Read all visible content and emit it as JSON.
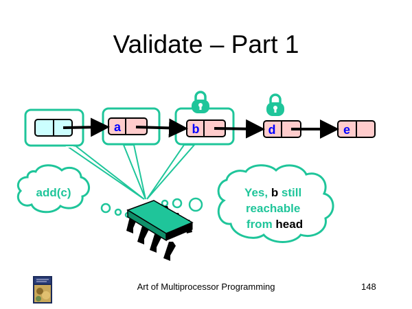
{
  "slide": {
    "title": "Validate – Part 1",
    "footer": "Art of Multiprocessor Programming",
    "page_number": "148"
  },
  "nodes": [
    {
      "label": "",
      "kind": "head"
    },
    {
      "label": "a",
      "kind": "node"
    },
    {
      "label": "b",
      "kind": "node"
    },
    {
      "label": "d",
      "kind": "node"
    },
    {
      "label": "e",
      "kind": "node"
    }
  ],
  "thought_left": "add(c)",
  "thought_right": {
    "line1_a": "Yes, ",
    "line1_b": "b",
    "line1_c": " still",
    "line2": "reachable",
    "line3_a": "from ",
    "line3_b": "head"
  },
  "colors": {
    "accent": "#1FC59A",
    "head_fill": "#CCFFFF",
    "node_fill": "#FFCCCC",
    "label_blue": "#0000FF",
    "processor": "#1FC59A"
  },
  "icons": [
    "lock-icon",
    "lock-icon",
    "processor-chip-icon",
    "book-cover-icon"
  ]
}
